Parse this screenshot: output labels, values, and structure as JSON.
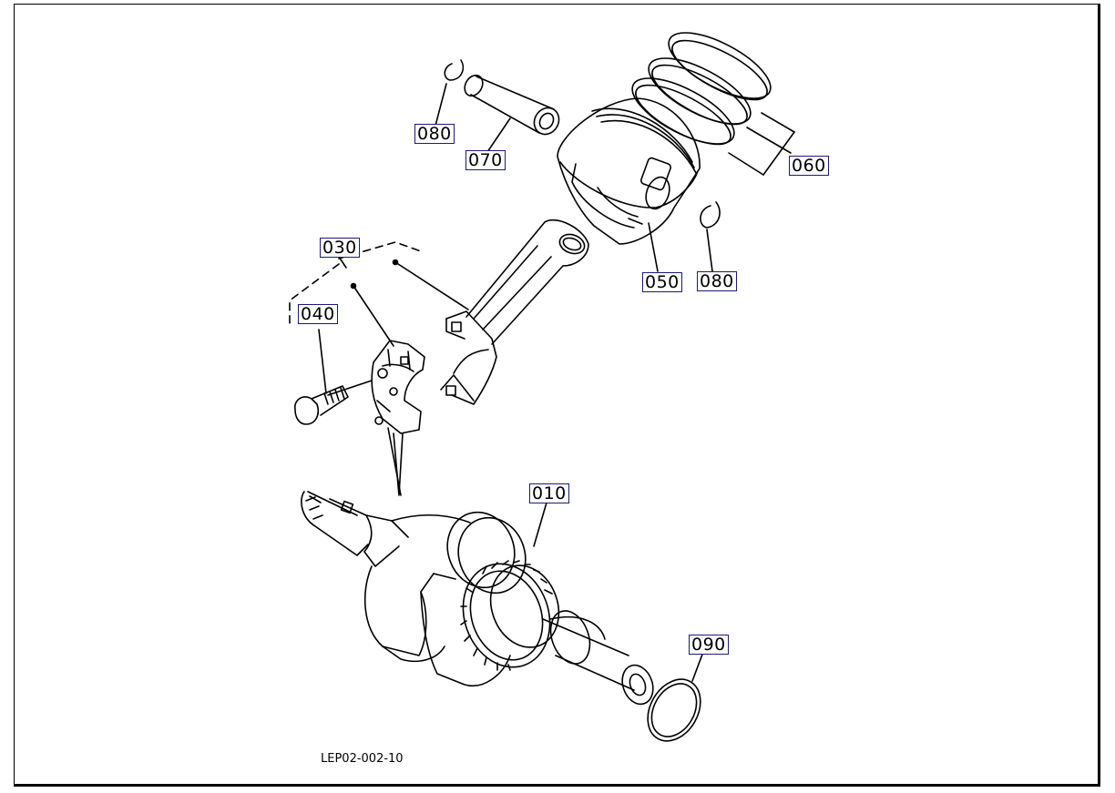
{
  "callouts": {
    "c010": "010",
    "c030": "030",
    "c040": "040",
    "c050": "050",
    "c060": "060",
    "c070": "070",
    "c080_top": "080",
    "c080_right": "080",
    "c090": "090"
  },
  "reference_code": "LEP02-002-10",
  "colors": {
    "line": "#000000",
    "callout_border": "#1a1a7a"
  }
}
